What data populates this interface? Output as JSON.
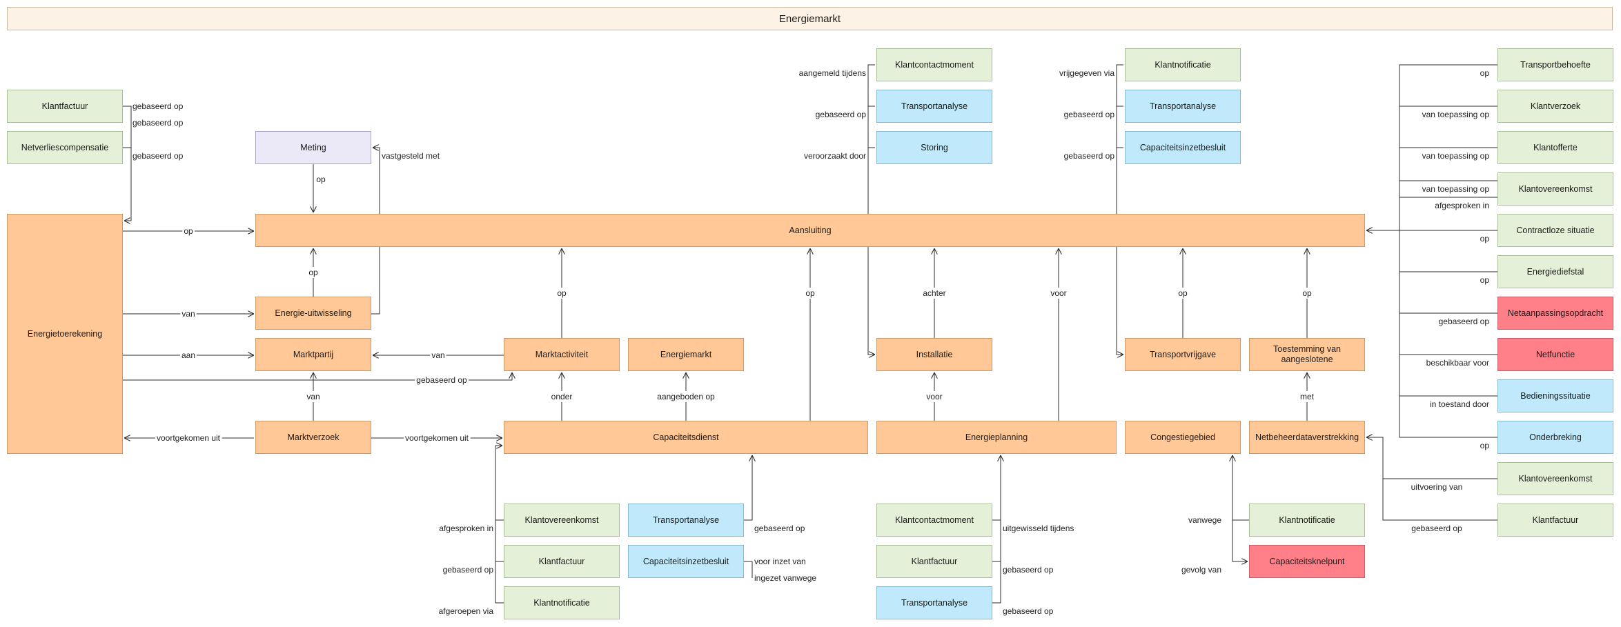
{
  "diagram": {
    "title": "Energiemarkt",
    "colors": {
      "orange": "#ffc896",
      "green": "#e4f0d8",
      "blue": "#c0eafb",
      "purple": "#ebe8f8",
      "red": "#ff8088"
    },
    "nodes": {
      "klantfactuur_l": {
        "label": "Klantfactuur",
        "color": "green"
      },
      "netverliescompensatie": {
        "label": "Netverliescompensatie",
        "color": "green"
      },
      "energietoerekening": {
        "label": "Energietoerekening",
        "color": "orange"
      },
      "meting": {
        "label": "Meting",
        "color": "purple"
      },
      "aansluiting": {
        "label": "Aansluiting",
        "color": "orange"
      },
      "energie_uitwisseling": {
        "label": "Energie-uitwisseling",
        "color": "orange"
      },
      "marktpartij": {
        "label": "Marktpartij",
        "color": "orange"
      },
      "marktverzoek": {
        "label": "Marktverzoek",
        "color": "orange"
      },
      "marktactiviteit": {
        "label": "Marktactiviteit",
        "color": "orange"
      },
      "energiemarkt_node": {
        "label": "Energiemarkt",
        "color": "orange"
      },
      "capaciteitsdienst": {
        "label": "Capaciteitsdienst",
        "color": "orange"
      },
      "klantovereenkomst_b": {
        "label": "Klantovereenkomst",
        "color": "green"
      },
      "klantfactuur_b": {
        "label": "Klantfactuur",
        "color": "green"
      },
      "klantnotificatie_b": {
        "label": "Klantnotificatie",
        "color": "green"
      },
      "transportanalyse_b": {
        "label": "Transportanalyse",
        "color": "blue"
      },
      "capaciteitsinzetbesluit_b": {
        "label": "Capaciteitsinzetbesluit",
        "color": "blue"
      },
      "klantcontactmoment_t": {
        "label": "Klantcontactmoment",
        "color": "green"
      },
      "transportanalyse_t": {
        "label": "Transportanalyse",
        "color": "blue"
      },
      "storing": {
        "label": "Storing",
        "color": "blue"
      },
      "installatie": {
        "label": "Installatie",
        "color": "orange"
      },
      "energieplanning": {
        "label": "Energieplanning",
        "color": "orange"
      },
      "klantcontactmoment_b": {
        "label": "Klantcontactmoment",
        "color": "green"
      },
      "klantfactuur_b2": {
        "label": "Klantfactuur",
        "color": "green"
      },
      "transportanalyse_b2": {
        "label": "Transportanalyse",
        "color": "blue"
      },
      "klantnotificatie_t": {
        "label": "Klantnotificatie",
        "color": "green"
      },
      "transportanalyse_t2": {
        "label": "Transportanalyse",
        "color": "blue"
      },
      "capaciteitsinzetbesluit_t": {
        "label": "Capaciteitsinzetbesluit",
        "color": "blue"
      },
      "transportvrijgave": {
        "label": "Transportvrijgave",
        "color": "orange"
      },
      "toestemming": {
        "label": "Toestemming van aangeslotene",
        "color": "orange"
      },
      "congestiegebied": {
        "label": "Congestiegebied",
        "color": "orange"
      },
      "netbeheerdataverstrekking": {
        "label": "Netbeheerdataverstrekking",
        "color": "orange"
      },
      "klantnotificatie_r": {
        "label": "Klantnotificatie",
        "color": "green"
      },
      "capaciteitsknelpunt": {
        "label": "Capaciteitsknelpunt",
        "color": "red"
      },
      "transportbehoefte": {
        "label": "Transportbehoefte",
        "color": "green"
      },
      "klantverzoek": {
        "label": "Klantverzoek",
        "color": "green"
      },
      "klantofferte": {
        "label": "Klantofferte",
        "color": "green"
      },
      "klantovereenkomst_r": {
        "label": "Klantovereenkomst",
        "color": "green"
      },
      "contractloze_situatie": {
        "label": "Contractloze situatie",
        "color": "green"
      },
      "energiediefstal": {
        "label": "Energiediefstal",
        "color": "green"
      },
      "netaanpassingsopdracht": {
        "label": "Netaanpassingsopdracht",
        "color": "red"
      },
      "netfunctie": {
        "label": "Netfunctie",
        "color": "red"
      },
      "bedieningssituatie": {
        "label": "Bedieningssituatie",
        "color": "blue"
      },
      "onderbreking": {
        "label": "Onderbreking",
        "color": "blue"
      },
      "klantovereenkomst_r2": {
        "label": "Klantovereenkomst",
        "color": "green"
      },
      "klantfactuur_r2": {
        "label": "Klantfactuur",
        "color": "green"
      }
    },
    "edges": [
      {
        "label": "gebaseerd op"
      },
      {
        "label": "gebaseerd op"
      },
      {
        "label": "gebaseerd op"
      },
      {
        "label": "op"
      },
      {
        "label": "van"
      },
      {
        "label": "aan"
      },
      {
        "label": "gebaseerd op"
      },
      {
        "label": "voortgekomen uit"
      },
      {
        "label": "op"
      },
      {
        "label": "vastgesteld met"
      },
      {
        "label": "op"
      },
      {
        "label": "van"
      },
      {
        "label": "van"
      },
      {
        "label": "voortgekomen uit"
      },
      {
        "label": "op"
      },
      {
        "label": "onder"
      },
      {
        "label": "aangeboden op"
      },
      {
        "label": "op"
      },
      {
        "label": "afgesproken in"
      },
      {
        "label": "gebaseerd op"
      },
      {
        "label": "afgeroepen via"
      },
      {
        "label": "gebaseerd op"
      },
      {
        "label": "voor inzet van"
      },
      {
        "label": "ingezet vanwege"
      },
      {
        "label": "aangemeld tijdens"
      },
      {
        "label": "gebaseerd op"
      },
      {
        "label": "veroorzaakt door"
      },
      {
        "label": "achter"
      },
      {
        "label": "voor"
      },
      {
        "label": "voor"
      },
      {
        "label": "uitgewisseld tijdens"
      },
      {
        "label": "gebaseerd op"
      },
      {
        "label": "gebaseerd op"
      },
      {
        "label": "vrijgegeven via"
      },
      {
        "label": "gebaseerd op"
      },
      {
        "label": "gebaseerd op"
      },
      {
        "label": "op"
      },
      {
        "label": "op"
      },
      {
        "label": "met"
      },
      {
        "label": "vanwege"
      },
      {
        "label": "gevolg van"
      },
      {
        "label": "op"
      },
      {
        "label": "van toepassing op"
      },
      {
        "label": "van toepassing op"
      },
      {
        "label": "van toepassing op"
      },
      {
        "label": "afgesproken in"
      },
      {
        "label": "op"
      },
      {
        "label": "op"
      },
      {
        "label": "gebaseerd op"
      },
      {
        "label": "beschikbaar voor"
      },
      {
        "label": "in toestand door"
      },
      {
        "label": "op"
      },
      {
        "label": "uitvoering van"
      },
      {
        "label": "gebaseerd op"
      }
    ]
  }
}
